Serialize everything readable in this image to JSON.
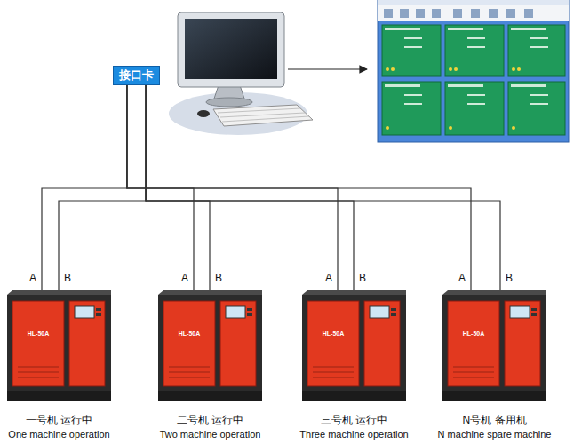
{
  "diagram": {
    "nodes": [
      {
        "text": [
          "接口卡"
        ]
      },
      {
        "text": [
          "一号机 运行中",
          "One machine operation"
        ]
      },
      {
        "text": [
          "二号机 运行中",
          "Two machine operation"
        ]
      },
      {
        "text": [
          "三号机 运行中",
          "Three machine operation"
        ]
      },
      {
        "text": [
          "N号机 备用机",
          "N machine spare machine"
        ]
      }
    ],
    "edges": [
      {
        "from": 0,
        "to": 1,
        "arrow": "none",
        "label": "A"
      },
      {
        "from": 0,
        "to": 1,
        "arrow": "none",
        "label": "B"
      },
      {
        "from": 0,
        "to": 2,
        "arrow": "none",
        "label": "A"
      },
      {
        "from": 0,
        "to": 2,
        "arrow": "none",
        "label": "B"
      },
      {
        "from": 0,
        "to": 3,
        "arrow": "none",
        "label": "A"
      },
      {
        "from": 0,
        "to": 3,
        "arrow": "none",
        "label": "B"
      },
      {
        "from": 0,
        "to": 4,
        "arrow": "none",
        "label": "A"
      },
      {
        "from": 0,
        "to": 4,
        "arrow": "none",
        "label": "B"
      }
    ],
    "labels": [
      "HL-50A",
      "HL-50A",
      "HL-50A",
      "HL-50A"
    ]
  }
}
